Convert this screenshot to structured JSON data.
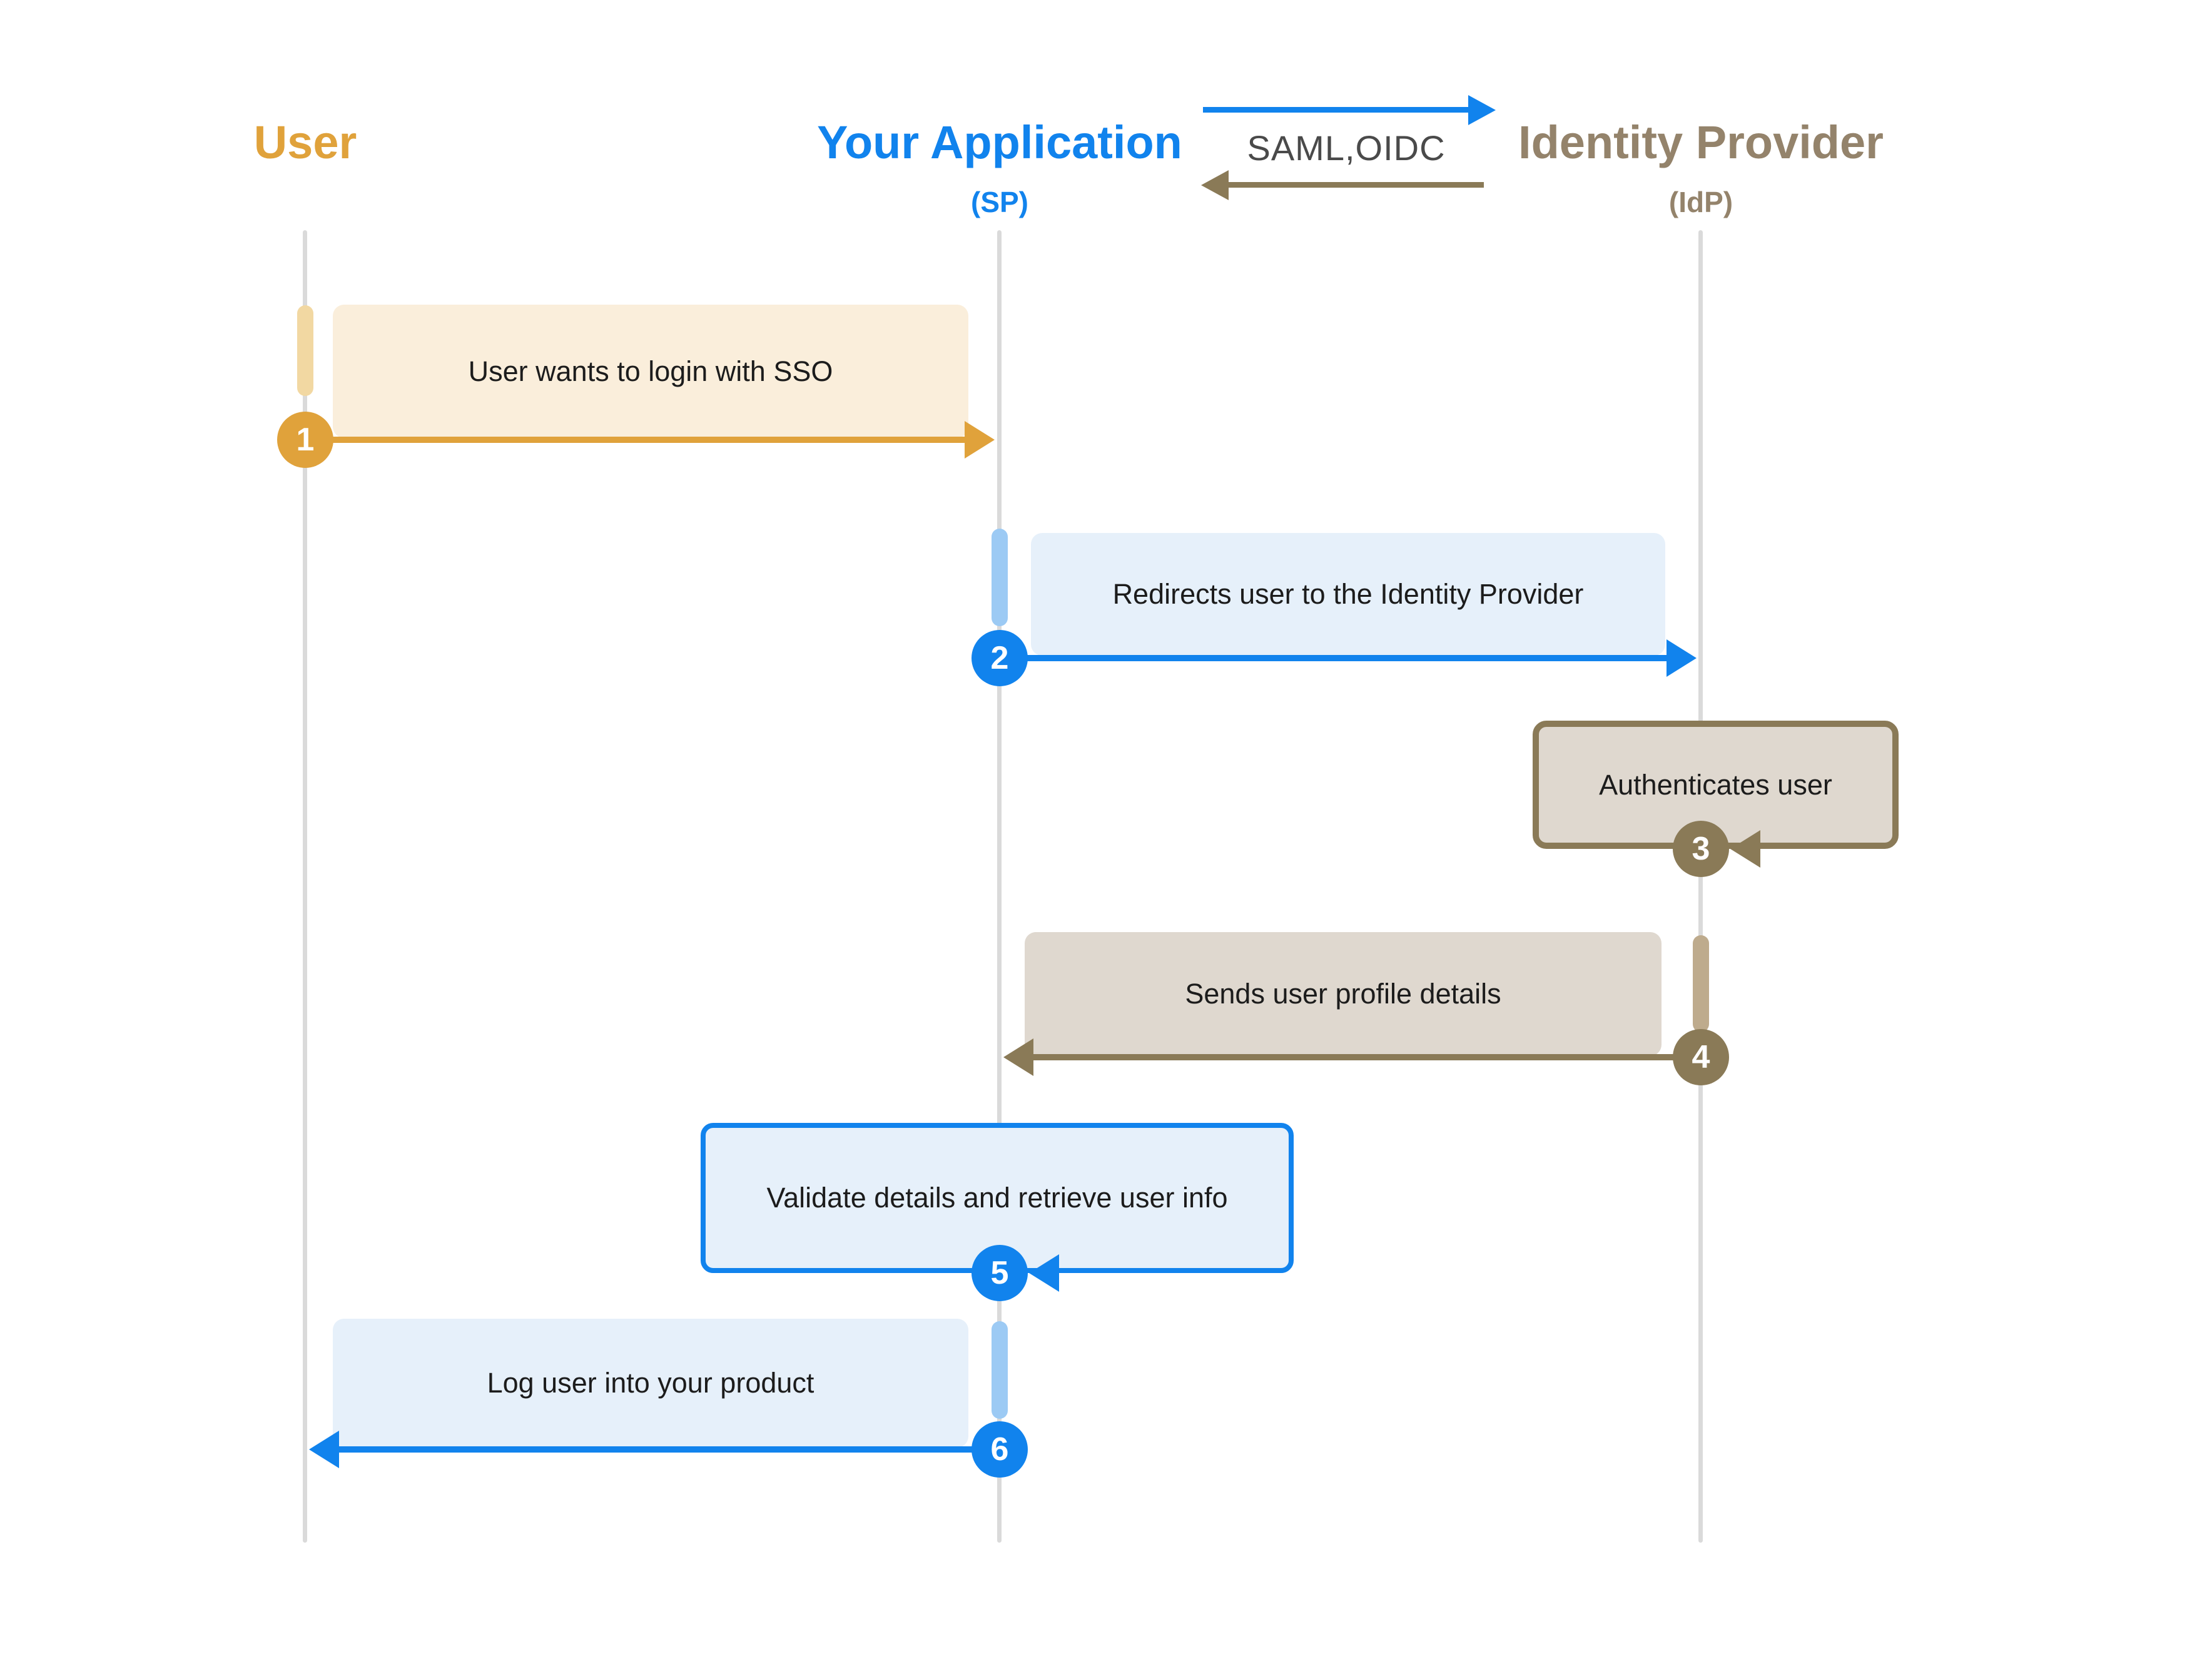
{
  "actors": [
    {
      "id": "user",
      "label": "User",
      "sublabel": ""
    },
    {
      "id": "app",
      "label": "Your Application",
      "sublabel": "(SP)"
    },
    {
      "id": "idp",
      "label": "Identity Provider",
      "sublabel": "(IdP)"
    }
  ],
  "protocol": {
    "label": "SAML,OIDC"
  },
  "messages": [
    {
      "number": "1",
      "text": "User wants to login with SSO",
      "from": "user",
      "to": "app",
      "color": "gold"
    },
    {
      "number": "2",
      "text": "Redirects user to the Identity Provider",
      "from": "app",
      "to": "idp",
      "color": "blue"
    },
    {
      "number": "3",
      "text": "Authenticates user",
      "from": "idp",
      "to": "idp",
      "color": "taupe"
    },
    {
      "number": "4",
      "text": "Sends user profile details",
      "from": "idp",
      "to": "app",
      "color": "taupe"
    },
    {
      "number": "5",
      "text": "Validate details and retrieve user info",
      "from": "app",
      "to": "app",
      "color": "blue"
    },
    {
      "number": "6",
      "text": "Log user into your product",
      "from": "app",
      "to": "user",
      "color": "blue"
    }
  ],
  "palette": {
    "gold": "#E0A23B",
    "gold-light": "#F2D8A2",
    "gold-box": "#FAEEDB",
    "blue": "#1183ED",
    "blue-light": "#9CCAF4",
    "blue-box": "#E6F0FA",
    "taupe": "#8A7A57",
    "taupe-light": "#BEAB8D",
    "taupe-box": "#DFD8CF",
    "taupe-title": "#94836B",
    "lifeline": "#DADADA",
    "label-gray": "#4A4A4A",
    "text-dark": "#1C1C1C"
  }
}
